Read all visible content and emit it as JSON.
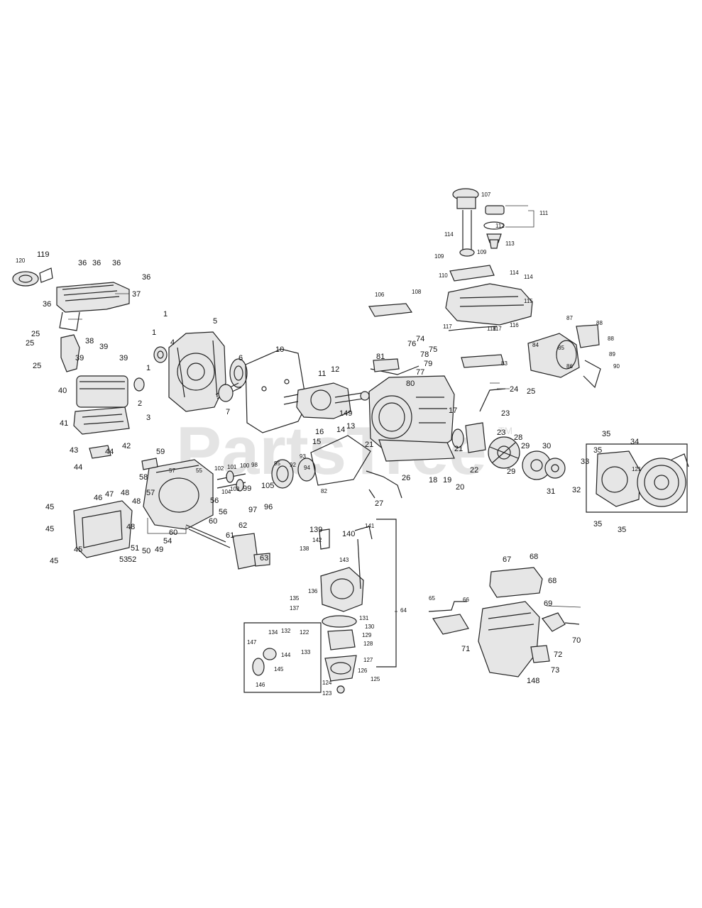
{
  "watermark": {
    "text": "PartsTree",
    "tm": "TM"
  },
  "callouts": [
    {
      "t": "120"
    },
    {
      "t": "119"
    },
    {
      "t": "36"
    },
    {
      "t": "36"
    },
    {
      "t": "36"
    },
    {
      "t": "36"
    },
    {
      "t": "37"
    },
    {
      "t": "36"
    },
    {
      "t": "25"
    },
    {
      "t": "25"
    },
    {
      "t": "38"
    },
    {
      "t": "39"
    },
    {
      "t": "39"
    },
    {
      "t": "39"
    },
    {
      "t": "25"
    },
    {
      "t": "40"
    },
    {
      "t": "41"
    },
    {
      "t": "42"
    },
    {
      "t": "43"
    },
    {
      "t": "44"
    },
    {
      "t": "44"
    },
    {
      "t": "1"
    },
    {
      "t": "1"
    },
    {
      "t": "4"
    },
    {
      "t": "1"
    },
    {
      "t": "2"
    },
    {
      "t": "3"
    },
    {
      "t": "5"
    },
    {
      "t": "6"
    },
    {
      "t": "7"
    },
    {
      "t": "10"
    },
    {
      "t": "11"
    },
    {
      "t": "12"
    },
    {
      "t": "149"
    },
    {
      "t": "13"
    },
    {
      "t": "15"
    },
    {
      "t": "16"
    },
    {
      "t": "14"
    },
    {
      "t": "106"
    },
    {
      "t": "108"
    },
    {
      "t": "81"
    },
    {
      "t": "74"
    },
    {
      "t": "76"
    },
    {
      "t": "75"
    },
    {
      "t": "78"
    },
    {
      "t": "79"
    },
    {
      "t": "77"
    },
    {
      "t": "80"
    },
    {
      "t": "17"
    },
    {
      "t": "21"
    },
    {
      "t": "21"
    },
    {
      "t": "18"
    },
    {
      "t": "19"
    },
    {
      "t": "20"
    },
    {
      "t": "26"
    },
    {
      "t": "27"
    },
    {
      "t": "107"
    },
    {
      "t": "111"
    },
    {
      "t": "112"
    },
    {
      "t": "114"
    },
    {
      "t": "113"
    },
    {
      "t": "109"
    },
    {
      "t": "109"
    },
    {
      "t": "110"
    },
    {
      "t": "114"
    },
    {
      "t": "114"
    },
    {
      "t": "115"
    },
    {
      "t": "117"
    },
    {
      "t": "118"
    },
    {
      "t": "117"
    },
    {
      "t": "116"
    },
    {
      "t": "83"
    },
    {
      "t": "24"
    },
    {
      "t": "25"
    },
    {
      "t": "23"
    },
    {
      "t": "23"
    },
    {
      "t": "22"
    },
    {
      "t": "28"
    },
    {
      "t": "29"
    },
    {
      "t": "29"
    },
    {
      "t": "30"
    },
    {
      "t": "31"
    },
    {
      "t": "32"
    },
    {
      "t": "33"
    },
    {
      "t": "34"
    },
    {
      "t": "35"
    },
    {
      "t": "35"
    },
    {
      "t": "35"
    },
    {
      "t": "35"
    },
    {
      "t": "121"
    },
    {
      "t": "87"
    },
    {
      "t": "88"
    },
    {
      "t": "88"
    },
    {
      "t": "84"
    },
    {
      "t": "85"
    },
    {
      "t": "86"
    },
    {
      "t": "89"
    },
    {
      "t": "90"
    },
    {
      "t": "59"
    },
    {
      "t": "58"
    },
    {
      "t": "57"
    },
    {
      "t": "55"
    },
    {
      "t": "57"
    },
    {
      "t": "102"
    },
    {
      "t": "101"
    },
    {
      "t": "100"
    },
    {
      "t": "98"
    },
    {
      "t": "95"
    },
    {
      "t": "93"
    },
    {
      "t": "92"
    },
    {
      "t": "94"
    },
    {
      "t": "82"
    },
    {
      "t": "104"
    },
    {
      "t": "103"
    },
    {
      "t": "99"
    },
    {
      "t": "105"
    },
    {
      "t": "96"
    },
    {
      "t": "97"
    },
    {
      "t": "56"
    },
    {
      "t": "56"
    },
    {
      "t": "46"
    },
    {
      "t": "47"
    },
    {
      "t": "48"
    },
    {
      "t": "48"
    },
    {
      "t": "48"
    },
    {
      "t": "45"
    },
    {
      "t": "45"
    },
    {
      "t": "45"
    },
    {
      "t": "45"
    },
    {
      "t": "60"
    },
    {
      "t": "60"
    },
    {
      "t": "54"
    },
    {
      "t": "61"
    },
    {
      "t": "62"
    },
    {
      "t": "63"
    },
    {
      "t": "50"
    },
    {
      "t": "49"
    },
    {
      "t": "52"
    },
    {
      "t": "53"
    },
    {
      "t": "51"
    },
    {
      "t": "139"
    },
    {
      "t": "140"
    },
    {
      "t": "141"
    },
    {
      "t": "142"
    },
    {
      "t": "138"
    },
    {
      "t": "143"
    },
    {
      "t": "136"
    },
    {
      "t": "135"
    },
    {
      "t": "137"
    },
    {
      "t": "131"
    },
    {
      "t": "130"
    },
    {
      "t": "129"
    },
    {
      "t": "128"
    },
    {
      "t": "127"
    },
    {
      "t": "126"
    },
    {
      "t": "125"
    },
    {
      "t": "124"
    },
    {
      "t": "123"
    },
    {
      "t": "122"
    },
    {
      "t": "133"
    },
    {
      "t": "132"
    },
    {
      "t": "134"
    },
    {
      "t": "144"
    },
    {
      "t": "145"
    },
    {
      "t": "146"
    },
    {
      "t": "147"
    },
    {
      "t": "64"
    },
    {
      "t": "65"
    },
    {
      "t": "66"
    },
    {
      "t": "67"
    },
    {
      "t": "68"
    },
    {
      "t": "68"
    },
    {
      "t": "69"
    },
    {
      "t": "70"
    },
    {
      "t": "71"
    },
    {
      "t": "72"
    },
    {
      "t": "73"
    },
    {
      "t": "148"
    },
    {
      "t": "148"
    }
  ]
}
